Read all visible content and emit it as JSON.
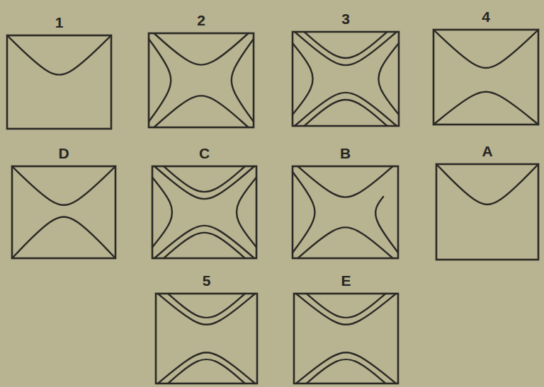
{
  "diagram": {
    "labels": [
      "1",
      "2",
      "3",
      "4",
      "D",
      "C",
      "B",
      "A",
      "5",
      "E"
    ]
  }
}
